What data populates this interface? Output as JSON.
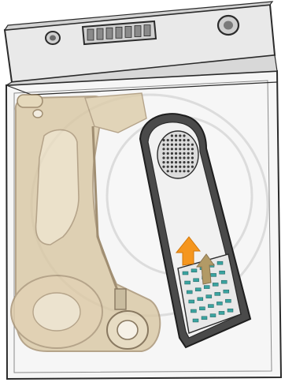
{
  "diagram": {
    "appliance": "dryer",
    "view": "cutaway",
    "control_panel": {
      "knobs": 2,
      "display_segments": 7
    },
    "components": [
      {
        "name": "lint-filter",
        "state": "being-removed"
      },
      {
        "name": "blower-housing",
        "state": "ghosted"
      },
      {
        "name": "drum",
        "state": "ghosted"
      }
    ],
    "arrows": [
      {
        "name": "lift-arrow",
        "direction": "up",
        "color": "#f5961e"
      },
      {
        "name": "slide-arrow",
        "direction": "up",
        "color": "#b29a66"
      }
    ],
    "colors": {
      "outline": "#2b2b2b",
      "cabinet_fill": "#f4f4f4",
      "panel_fill": "#e6e6e6",
      "filter_frame": "#4a4a4a",
      "filter_fill": "#f1f1f1",
      "screen_fill": "#e8e8e8",
      "screen_slots": "#3aa3a0",
      "ghost_fill": "#d9c7a3",
      "ghost_stroke": "#a69070",
      "drum_stroke": "#c8c8c8"
    }
  }
}
